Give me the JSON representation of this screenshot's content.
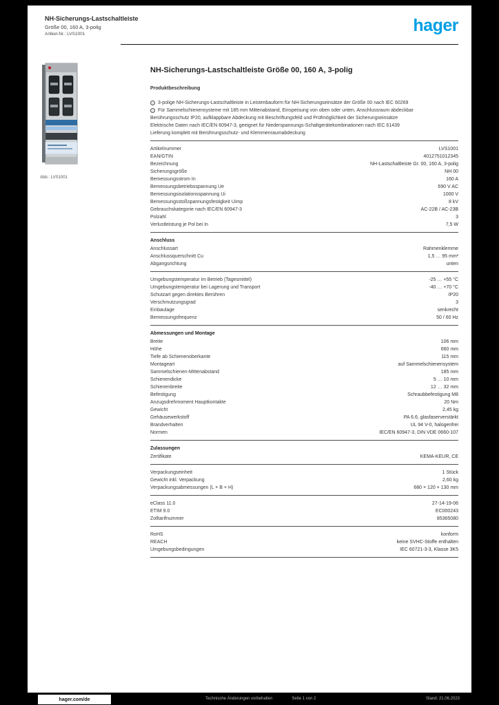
{
  "brand": {
    "logo_text": "hager",
    "brand_color": "#009FE3"
  },
  "header": {
    "line1": "NH-Sicherungs-Lastschaltleiste",
    "line2": "Größe 00, 160 A, 3-polig",
    "line3": "Artikel-Nr.: LVS1001"
  },
  "product_image": {
    "caption": "Abb.: LVS1001"
  },
  "content": {
    "title": "NH-Sicherungs-Lastschaltleiste Größe 00, 160 A, 3-polig",
    "subtitle": "Produktbeschreibung",
    "description": [
      {
        "icon": "bullet-circle",
        "text": "3-polige NH-Sicherungs-Lastschaltleiste in Leistenbauform für NH-Sicherungseinsätze der Größe 00 nach IEC 60269"
      },
      {
        "icon": "bullet-circle",
        "text": "Für Sammelschienensysteme mit 185 mm Mittenabstand, Einspeisung von oben oder unten, Anschlussraum abdeckbar"
      },
      {
        "icon": null,
        "text": "Berührungsschutz IP20, aufklappbare Abdeckung mit Beschriftungsfeld und Prüfmöglichkeit der Sicherungseinsätze"
      },
      {
        "icon": null,
        "text": "Elektrische Daten nach IEC/EN 60947-3, geeignet für Niederspannungs-Schaltgerätekombinationen nach IEC 61439"
      },
      {
        "icon": null,
        "text": "Lieferung komplett mit Berührungsschutz- und Klemmenraumabdeckung"
      }
    ],
    "sections": [
      {
        "header": null,
        "rows": [
          {
            "label": "Artikelnummer",
            "value": "LVS1001"
          },
          {
            "label": "EAN/GTIN",
            "value": "4012751012345"
          },
          {
            "label": "Bezeichnung",
            "value": "NH-Lastschaltleiste Gr. 00, 160 A, 3-polig"
          },
          {
            "label": "Sicherungsgröße",
            "value": "NH 00"
          },
          {
            "label": "Bemessungsstrom In",
            "value": "160 A"
          },
          {
            "label": "Bemessungsbetriebsspannung Ue",
            "value": "690 V AC"
          },
          {
            "label": "Bemessungsisolationsspannung Ui",
            "value": "1000 V"
          },
          {
            "label": "Bemessungsstoßspannungsfestigkeit Uimp",
            "value": "8 kV"
          },
          {
            "label": "Gebrauchskategorie nach IEC/EN 60947-3",
            "value": "AC-22B / AC-23B"
          },
          {
            "label": "Polzahl",
            "value": "3"
          },
          {
            "label": "Verlustleistung je Pol bei In",
            "value": "7,5 W"
          }
        ]
      },
      {
        "header": "Anschluss",
        "rows": [
          {
            "label": "Anschlussart",
            "value": "Rahmenklemme"
          },
          {
            "label": "Anschlussquerschnitt Cu",
            "value": "1,5 … 95 mm²"
          },
          {
            "label": "Abgangsrichtung",
            "value": "unten"
          }
        ]
      },
      {
        "header": null,
        "rows": [
          {
            "label": "Umgebungstemperatur im Betrieb (Tagesmittel)",
            "value": "-25 … +55 °C"
          },
          {
            "label": "Umgebungstemperatur bei Lagerung und Transport",
            "value": "-40 … +70 °C"
          },
          {
            "label": "Schutzart gegen direktes Berühren",
            "value": "IP20"
          },
          {
            "label": "Verschmutzungsgrad",
            "value": "3"
          },
          {
            "label": "Einbaulage",
            "value": "senkrecht"
          },
          {
            "label": "Bemessungsfrequenz",
            "value": "50 / 60 Hz"
          }
        ]
      },
      {
        "header": "Abmessungen und Montage",
        "rows": [
          {
            "label": "Breite",
            "value": "106 mm"
          },
          {
            "label": "Höhe",
            "value": "660 mm"
          },
          {
            "label": "Tiefe ab Schienenoberkante",
            "value": "115 mm"
          },
          {
            "label": "Montageart",
            "value": "auf Sammelschienensystem"
          },
          {
            "label": "Sammelschienen-Mittenabstand",
            "value": "185 mm"
          },
          {
            "label": "Schienendicke",
            "value": "5 … 10 mm"
          },
          {
            "label": "Schienenbreite",
            "value": "12 … 32 mm"
          },
          {
            "label": "Befestigung",
            "value": "Schraubbefestigung M8"
          },
          {
            "label": "Anzugsdrehmoment Hauptkontakte",
            "value": "20 Nm"
          },
          {
            "label": "Gewicht",
            "value": "2,45 kg"
          },
          {
            "label": "Gehäusewerkstoff",
            "value": "PA 6.6, glasfaserverstärkt"
          },
          {
            "label": "Brandverhalten",
            "value": "UL 94 V-0, halogenfrei"
          },
          {
            "label": "Normen",
            "value": "IEC/EN 60947-3, DIN VDE 0660-107"
          }
        ]
      },
      {
        "header": "Zulassungen",
        "rows": [
          {
            "label": "Zertifikate",
            "value": "KEMA-KEUR, CE"
          }
        ]
      },
      {
        "header": null,
        "rows": [
          {
            "label": "Verpackungseinheit",
            "value": "1 Stück"
          },
          {
            "label": "Gewicht inkl. Verpackung",
            "value": "2,60 kg"
          },
          {
            "label": "Verpackungsabmessungen (L × B × H)",
            "value": "680 × 120 × 130 mm"
          }
        ]
      },
      {
        "header": null,
        "rows": [
          {
            "label": "eClass 11.0",
            "value": "27-14-19-06"
          },
          {
            "label": "ETIM 9.0",
            "value": "EC000243"
          },
          {
            "label": "Zolltarifnummer",
            "value": "85365080"
          }
        ]
      },
      {
        "header": null,
        "rows": [
          {
            "label": "RoHS",
            "value": "konform"
          },
          {
            "label": "REACH",
            "value": "keine SVHC-Stoffe enthalten"
          },
          {
            "label": "Umgebungsbedingungen",
            "value": "IEC 60721-3-3, Klasse 3K5"
          }
        ]
      }
    ]
  },
  "footer": {
    "site": "hager.com/de",
    "center_left": "Technische Änderungen vorbehalten",
    "center_right": "Seite 1 von 2",
    "right": "Stand: 21.06.2023"
  }
}
